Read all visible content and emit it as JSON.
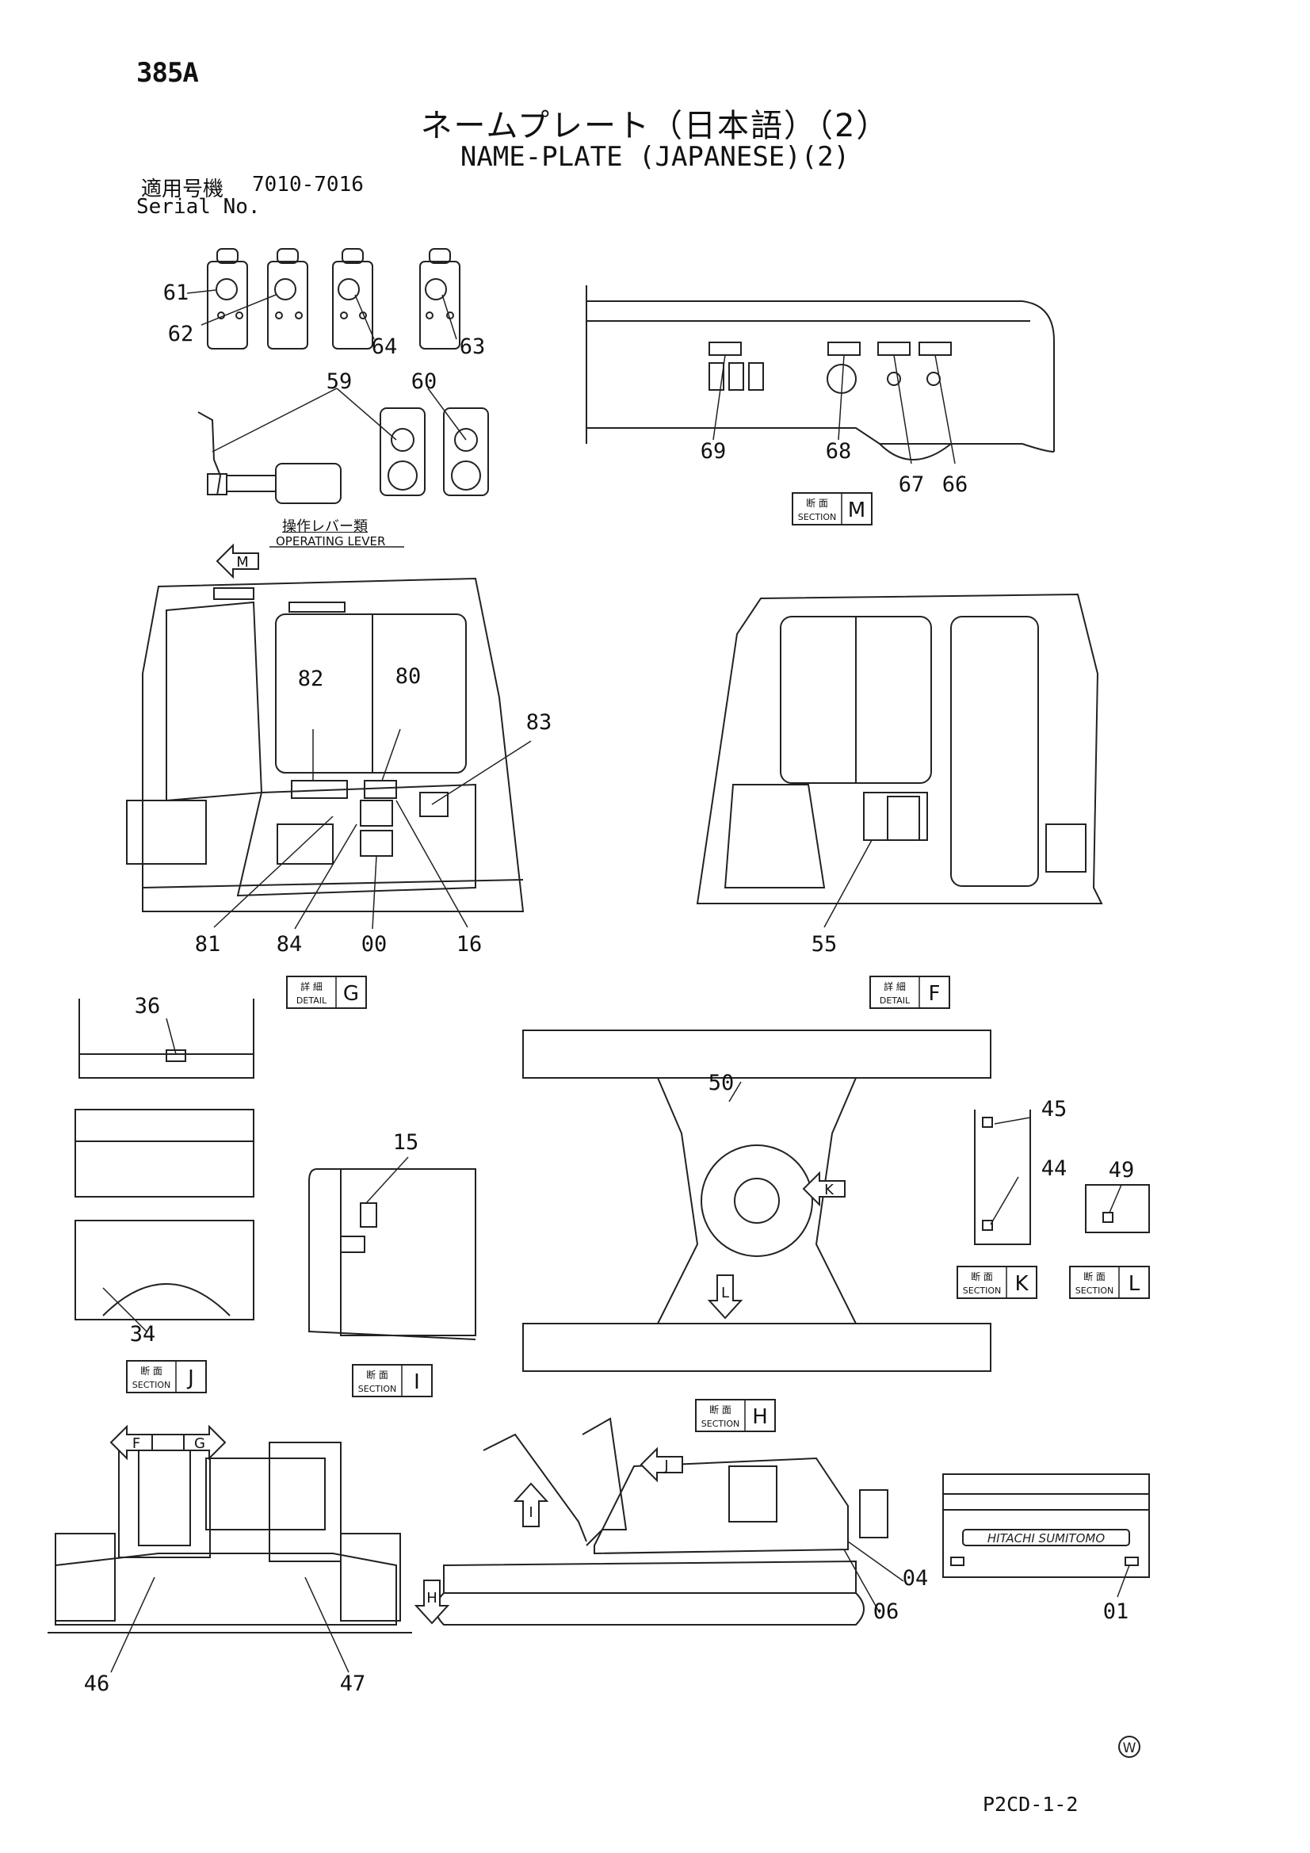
{
  "header": {
    "page_id": "385A",
    "title_jp": "ネームプレート（日本語）（2）",
    "title_en": "NAME-PLATE (JAPANESE)(2)",
    "serial_label_jp": "適用号機",
    "serial_range": "7010-7016",
    "serial_label_en": "Serial No."
  },
  "operating_lever_caption": {
    "jp": "操作レバー類",
    "en": "OPERATING LEVER"
  },
  "section_tag_jp": "断 面",
  "section_tag_en": "SECTION",
  "detail_tag_jp": "詳 細",
  "detail_tag_en": "DETAIL",
  "view_tags": [
    {
      "key": "M",
      "kind": "section"
    },
    {
      "key": "G",
      "kind": "detail"
    },
    {
      "key": "F",
      "kind": "detail"
    },
    {
      "key": "J",
      "kind": "section"
    },
    {
      "key": "I",
      "kind": "section"
    },
    {
      "key": "H",
      "kind": "section"
    },
    {
      "key": "K",
      "kind": "section"
    },
    {
      "key": "L",
      "kind": "section"
    }
  ],
  "view_arrows": [
    "M",
    "F",
    "G",
    "J",
    "I",
    "H",
    "K",
    "L"
  ],
  "part_callouts": [
    "61",
    "62",
    "64",
    "63",
    "59",
    "60",
    "69",
    "68",
    "67",
    "66",
    "82",
    "80",
    "83",
    "81",
    "84",
    "00",
    "16",
    "55",
    "36",
    "15",
    "50",
    "45",
    "44",
    "49",
    "34",
    "46",
    "47",
    "04",
    "06",
    "01"
  ],
  "brand_plate_text": "HITACHI SUMITOMO",
  "corner_mark": "W",
  "footer_code": "P2CD-1-2"
}
